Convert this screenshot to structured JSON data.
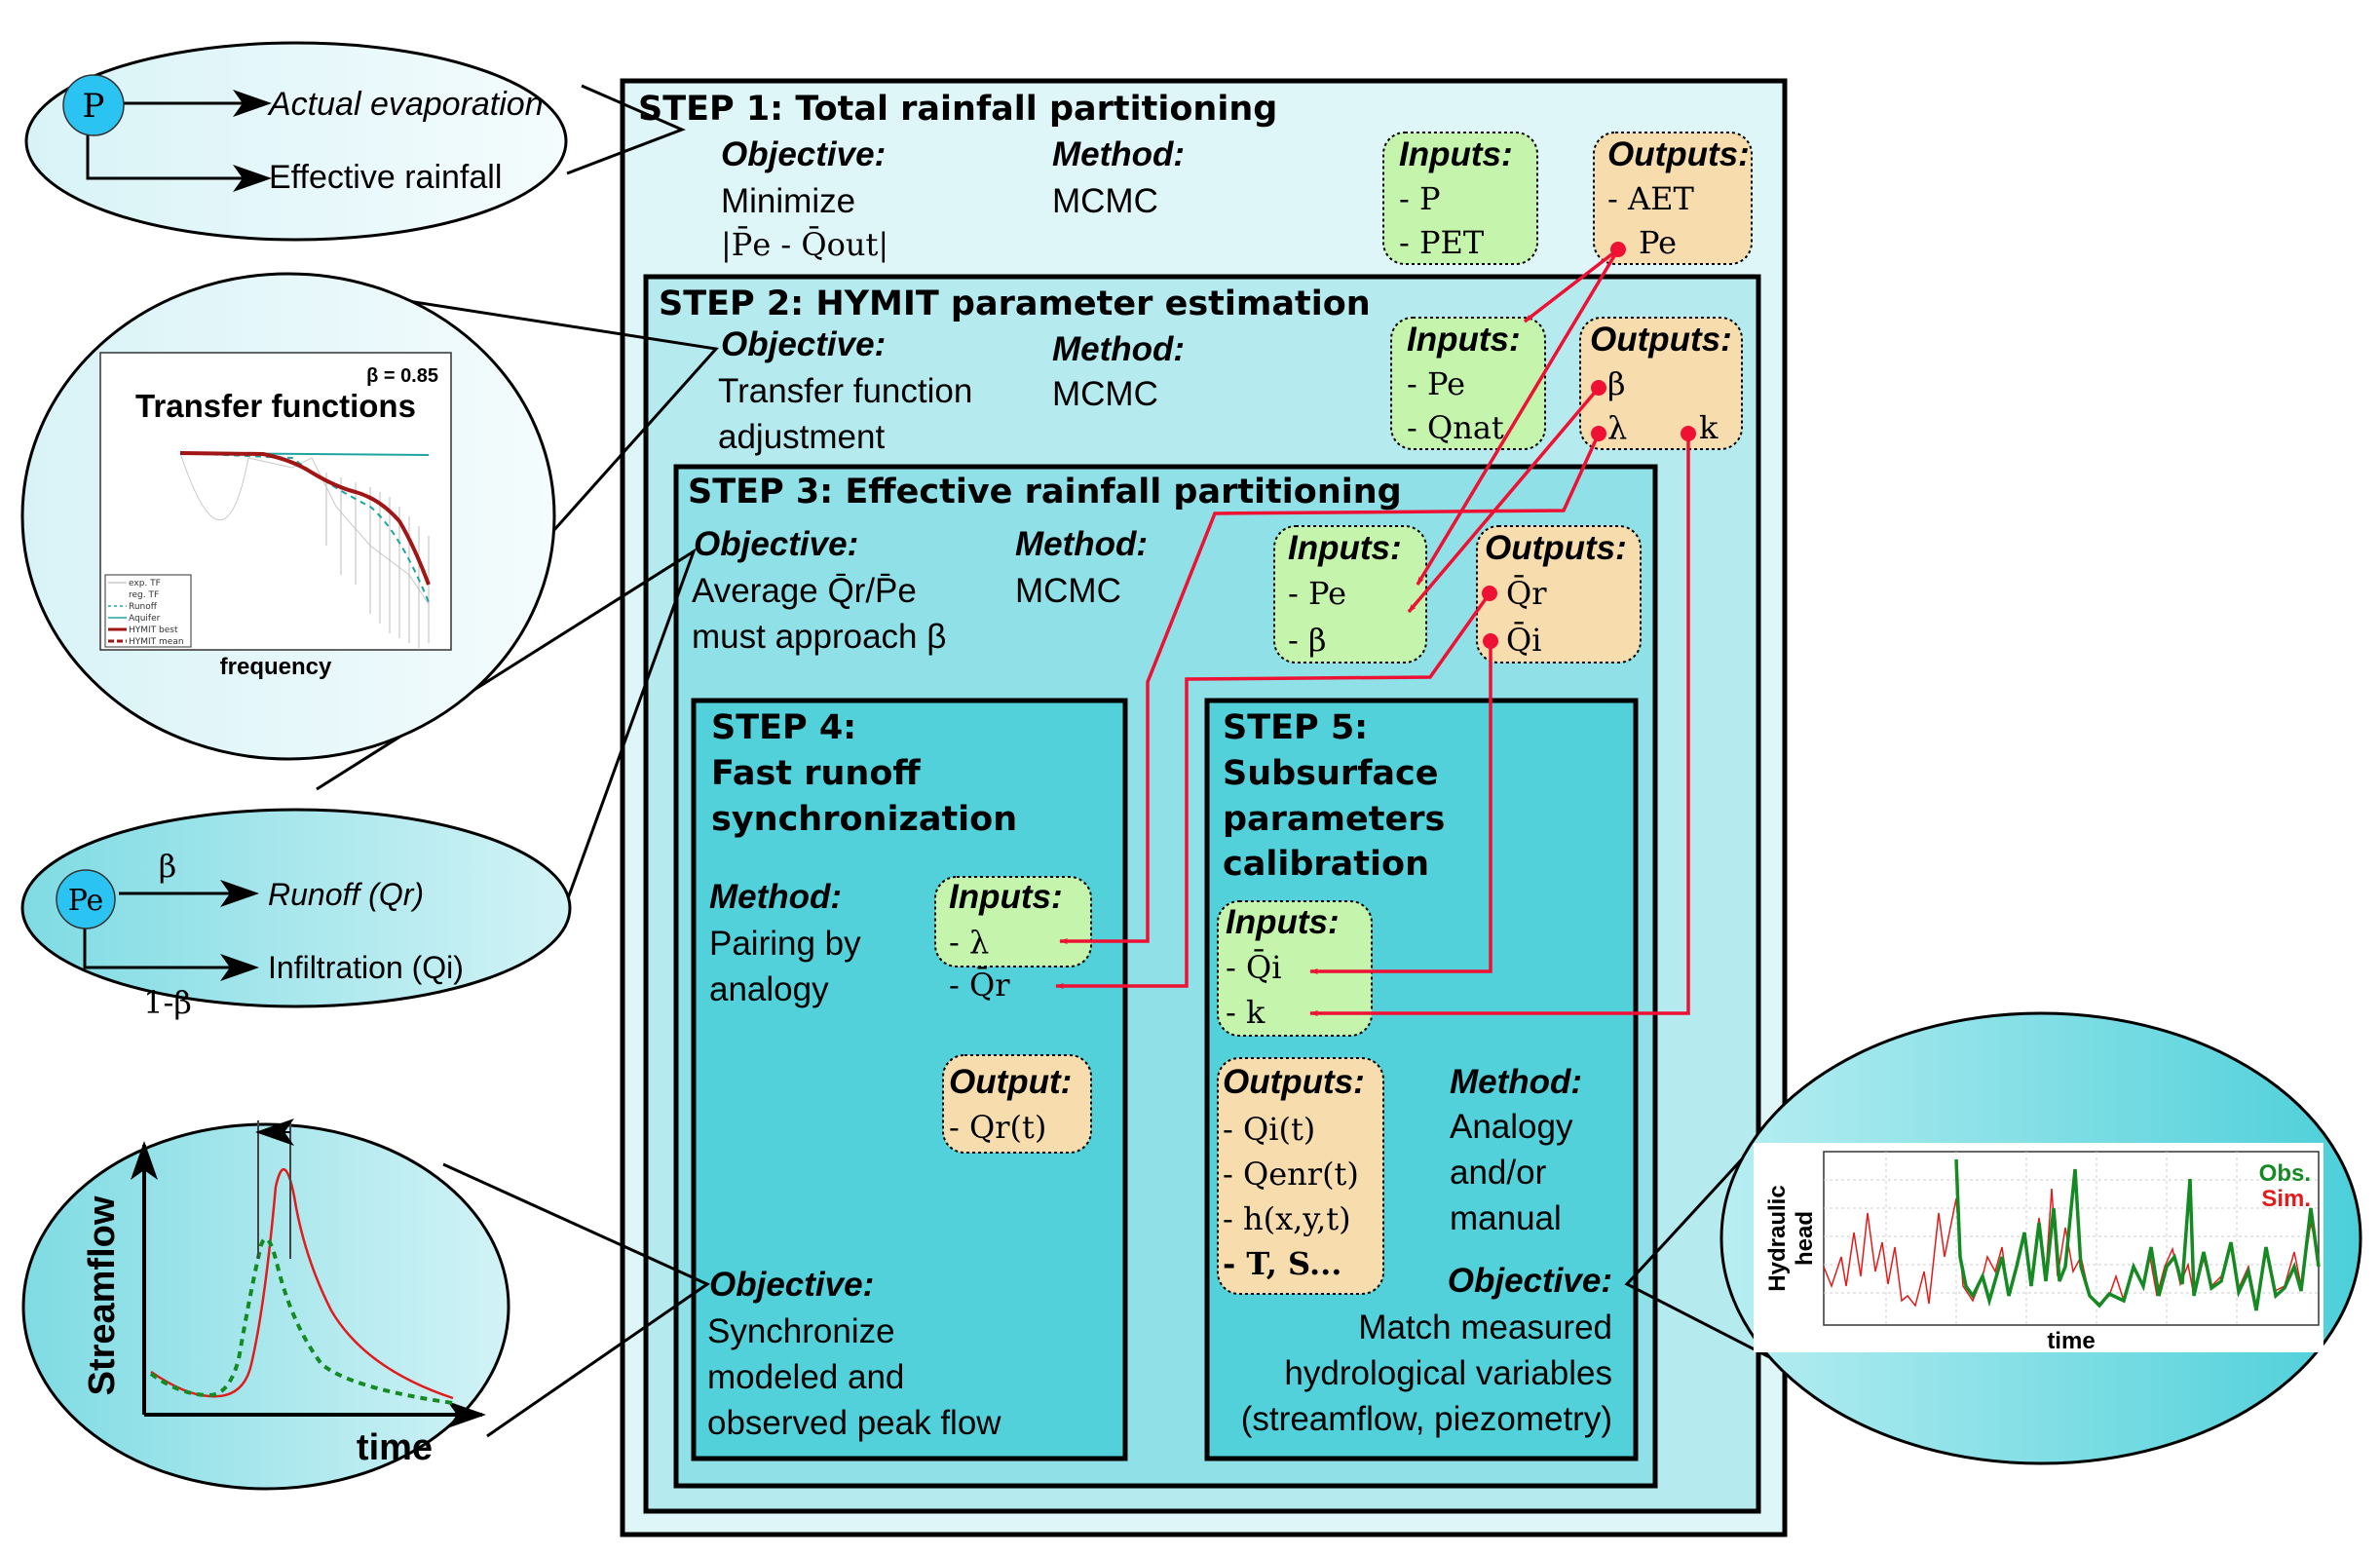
{
  "colors": {
    "step1_bg": "#dff6f8",
    "step2_bg": "#b5eaef",
    "step3_bg": "#8fe0e7",
    "step45_bg": "#52d1da",
    "inputs_bg": "#c5f5ad",
    "outputs_bg": "#f7dcae",
    "arrow": "#ee1133",
    "node": "#2bc3f2"
  },
  "step1": {
    "title": "STEP 1: Total rainfall partitioning",
    "objective_label": "Objective:",
    "objective_line1": "Minimize",
    "objective_line2": "|P̄e - Q̄out|",
    "method_label": "Method:",
    "method": "MCMC",
    "inputs_label": "Inputs:",
    "inputs": [
      "- P",
      "- PET"
    ],
    "outputs_label": "Outputs:",
    "outputs": [
      "-  AET",
      "Pe"
    ]
  },
  "step2": {
    "title": "STEP 2: HYMIT parameter estimation",
    "objective_label": "Objective:",
    "objective_line1": "Transfer function",
    "objective_line2": "adjustment",
    "method_label": "Method:",
    "method": "MCMC",
    "inputs_label": "Inputs:",
    "inputs": [
      "- Pe",
      "- Qnat"
    ],
    "outputs_label": "Outputs:",
    "outputs": [
      "β",
      "λ",
      "k"
    ]
  },
  "step3": {
    "title": "STEP 3: Effective rainfall partitioning",
    "objective_label": "Objective:",
    "objective_line1": "Average Q̄r/P̄e",
    "objective_line2": "must approach β",
    "method_label": "Method:",
    "method": "MCMC",
    "inputs_label": "Inputs:",
    "inputs": [
      "- Pe",
      "- β"
    ],
    "outputs_label": "Outputs:",
    "outputs": [
      "Q̄r",
      "Q̄i"
    ]
  },
  "step4": {
    "title_lines": [
      "STEP 4:",
      "Fast runoff",
      "synchronization"
    ],
    "method_label": "Method:",
    "method_lines": [
      "Pairing by",
      "analogy"
    ],
    "inputs_label": "Inputs:",
    "inputs": [
      "- λ",
      "- Q̄r"
    ],
    "output_label": "Output:",
    "outputs": [
      "- Qr(t)"
    ],
    "objective_label": "Objective:",
    "objective_lines": [
      "Synchronize",
      "modeled and",
      "observed peak flow"
    ]
  },
  "step5": {
    "title_lines": [
      "STEP 5:",
      "Subsurface",
      "parameters",
      "calibration"
    ],
    "inputs_label": "Inputs:",
    "inputs": [
      "- Q̄i",
      "- k"
    ],
    "outputs_label": "Outputs:",
    "outputs": [
      "- Qi(t)",
      "- Qenr(t)",
      "- h(x,y,t)",
      "- T, S..."
    ],
    "method_label": "Method:",
    "method_lines": [
      "Analogy",
      "and/or",
      "manual"
    ],
    "objective_label": "Objective:",
    "objective_lines": [
      "Match measured",
      "hydrological variables",
      "(streamflow, piezometry)"
    ]
  },
  "callouts": {
    "rainfall": {
      "node": "P",
      "branch1": "Actual evaporation",
      "branch2": "Effective rainfall"
    },
    "transfer": {
      "title": "Transfer functions",
      "beta": "β = 0.85",
      "xlabel": "frequency",
      "legend": [
        "exp. TF",
        "reg. TF",
        "Runoff",
        "Aquifer",
        "HYMIT best",
        "HYMIT mean"
      ]
    },
    "partition": {
      "node": "Pe",
      "branch1_coef": "β",
      "branch1": "Runoff (Qr)",
      "branch2_coef": "1-β",
      "branch2": "Infiltration (Qi)"
    },
    "hydrograph": {
      "ylabel": "Streamflow",
      "xlabel": "time"
    },
    "head": {
      "ylabel_line1": "Hydraulic",
      "ylabel_line2": "head",
      "xlabel": "time",
      "legend_obs": "Obs.",
      "legend_sim": "Sim."
    }
  }
}
